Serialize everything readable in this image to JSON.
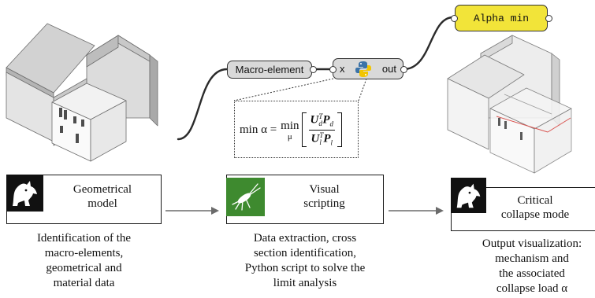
{
  "steps": [
    {
      "title_line1": "Geometrical",
      "title_line2": "model",
      "desc": [
        "Identification of the",
        "macro-elements,",
        "geometrical and",
        "material data"
      ]
    },
    {
      "title_line1": "Visual",
      "title_line2": "scripting",
      "desc": [
        "Data extraction, cross",
        "section identification,",
        "Python script to solve the",
        "limit analysis"
      ]
    },
    {
      "title_line1": "Critical",
      "title_line2": "collapse mode",
      "desc": [
        "Output visualization:",
        "mechanism and",
        "the associated",
        "collapse load α"
      ]
    }
  ],
  "nodes": {
    "macro_element": "Macro-element",
    "python_input": "x",
    "python_output": "out",
    "alpha_min": "Alpha min"
  },
  "formula": {
    "lhs": "min α =",
    "op": "min",
    "op_sub": "μ",
    "num_U": "U",
    "num_U_sup": "T",
    "num_U_sub": "d",
    "num_P": "P",
    "num_P_sub": "d",
    "den_U": "U",
    "den_U_sup": "T",
    "den_U_sub": "l",
    "den_P": "P",
    "den_P_sub": "l"
  },
  "icons": [
    "rhino-icon",
    "grasshopper-icon",
    "python-icon"
  ],
  "colors": {
    "alpha_node": "#f2e439",
    "node": "#d9d9d9",
    "grasshopper": "#3e8a2f",
    "highlight": "#d9534f"
  }
}
